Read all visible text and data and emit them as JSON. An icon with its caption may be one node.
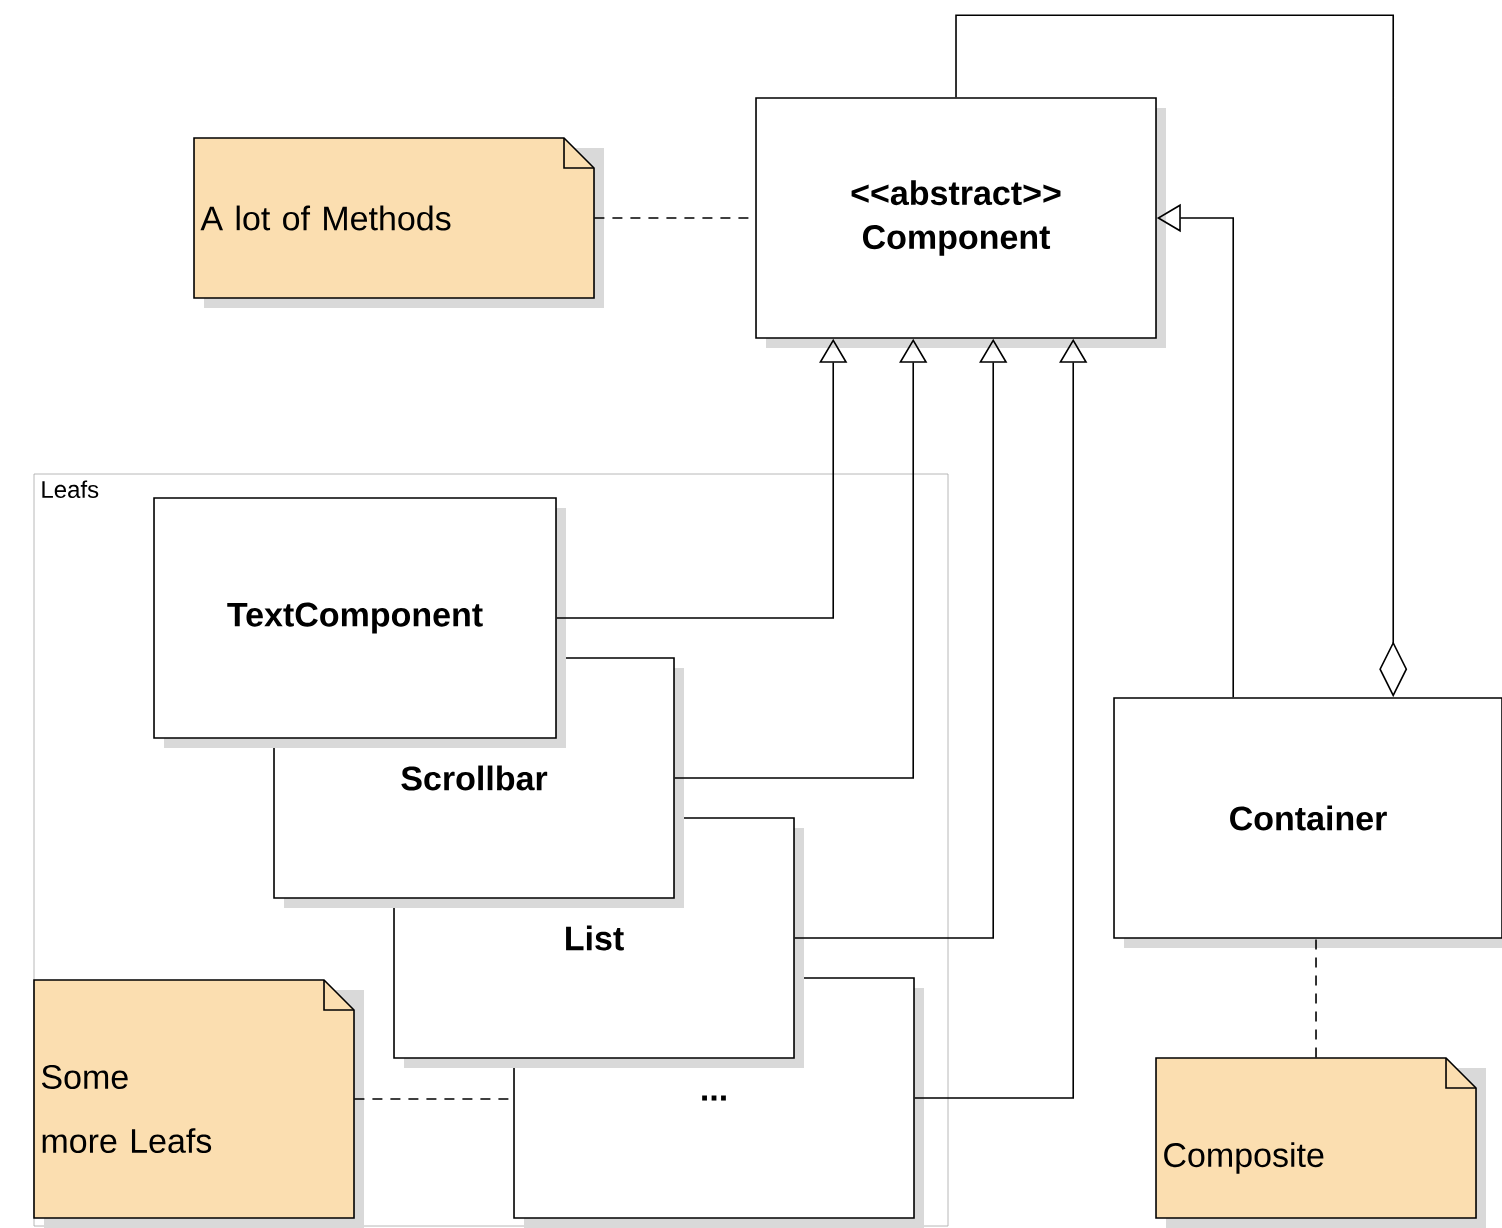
{
  "diagram": {
    "nodes": [
      {
        "text": [
          "A lot of Methods"
        ]
      },
      {
        "text": [
          "<<abstract>> Component"
        ]
      },
      {
        "text": [
          "Leafs"
        ]
      },
      {
        "text": [
          "TextComponent"
        ],
        "in": 2
      },
      {
        "text": [
          "Scrollbar"
        ],
        "in": 2
      },
      {
        "text": [
          "List"
        ],
        "in": 2
      },
      {
        "text": [
          "..."
        ],
        "in": 2
      },
      {
        "text": [
          "Some more Leafs"
        ],
        "in": 2
      },
      {
        "text": [
          "Container"
        ]
      },
      {
        "text": [
          "Composite"
        ]
      }
    ],
    "edges": [
      {
        "from": 0,
        "to": 1,
        "arrow": "none",
        "style": "dashed"
      },
      {
        "from": 3,
        "to": 1,
        "arrow": "to"
      },
      {
        "from": 4,
        "to": 1,
        "arrow": "to"
      },
      {
        "from": 5,
        "to": 1,
        "arrow": "to"
      },
      {
        "from": 6,
        "to": 1,
        "arrow": "to"
      },
      {
        "from": 8,
        "to": 1,
        "arrow": "to"
      },
      {
        "from": 1,
        "to": 8,
        "arrow": "other"
      },
      {
        "from": 7,
        "to": 6,
        "arrow": "none",
        "style": "dashed"
      },
      {
        "from": 9,
        "to": 8,
        "arrow": "none",
        "style": "dashed"
      }
    ]
  }
}
